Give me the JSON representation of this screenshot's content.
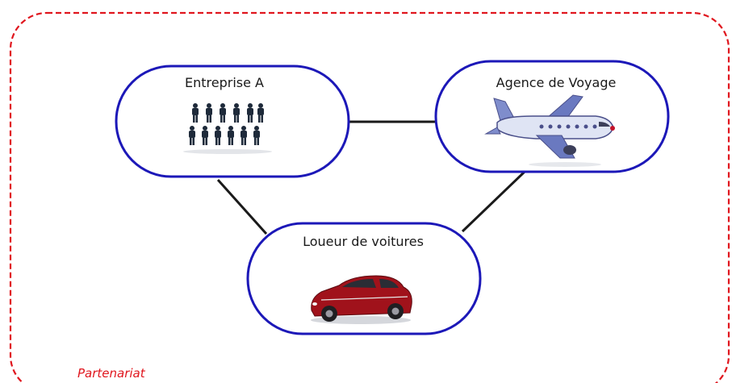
{
  "diagram": {
    "boundary_label": "Partenariat",
    "nodes": [
      {
        "id": "entreprise",
        "label": "Entreprise A",
        "icon": "people-group-icon"
      },
      {
        "id": "agence",
        "label": "Agence de Voyage",
        "icon": "airplane-icon"
      },
      {
        "id": "loueur",
        "label": "Loueur de voitures",
        "icon": "car-icon"
      }
    ],
    "edges": [
      {
        "from": "entreprise",
        "to": "agence"
      },
      {
        "from": "entreprise",
        "to": "loueur"
      },
      {
        "from": "agence",
        "to": "loueur"
      }
    ]
  },
  "colors": {
    "boundary": "#e0161e",
    "node_border": "#1c18b8",
    "edge": "#1a1a1a",
    "car_body": "#a0121b",
    "plane_body": "#dfe4f4",
    "plane_accent": "#5f6fb8",
    "people": "#1e2a3a"
  }
}
